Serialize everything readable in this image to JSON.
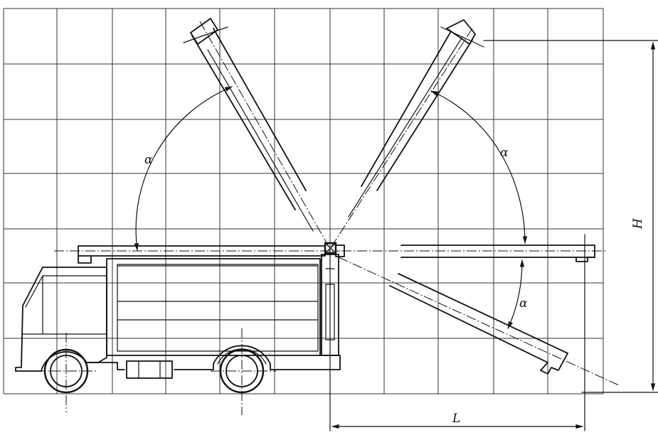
{
  "labels": {
    "angle_upper_left": "α",
    "angle_upper_right": "α",
    "angle_lower_right": "α",
    "height": "H",
    "length": "L"
  }
}
